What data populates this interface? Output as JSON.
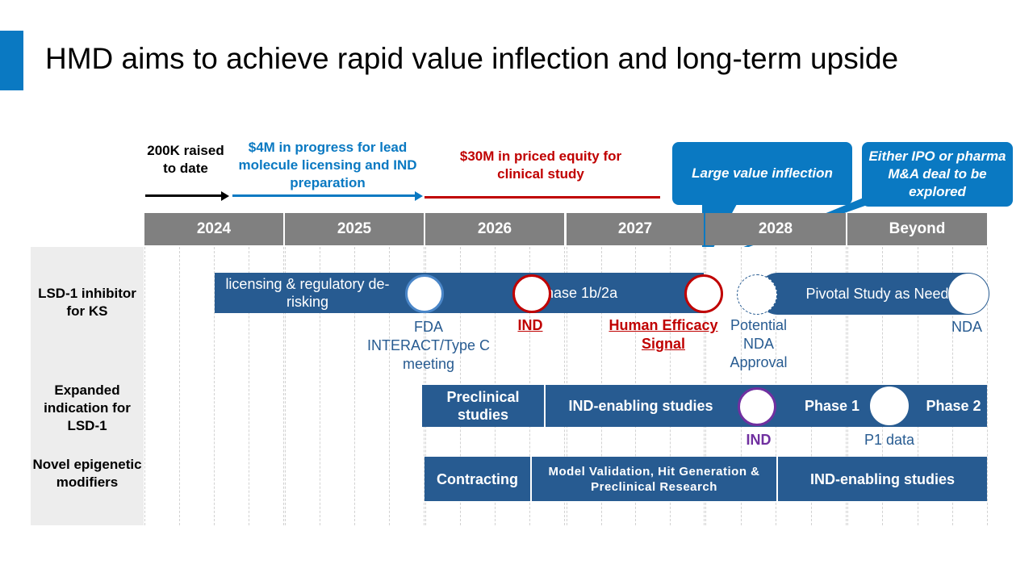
{
  "title": "HMD aims to achieve rapid value inflection and long-term upside",
  "colors": {
    "accent": "#0a79c2",
    "bar": "#275b91",
    "year_header": "#808080",
    "red": "#c00000",
    "purple": "#7030a0"
  },
  "funding": {
    "f1": "200K raised to date",
    "f2": "$4M in progress for lead molecule licensing and IND preparation",
    "f3": "$30M in priced equity for clinical study"
  },
  "callouts": {
    "value": "Large value inflection",
    "exit": "Either IPO or pharma M&A deal to be explored"
  },
  "years": [
    "2024",
    "2025",
    "2026",
    "2027",
    "2028",
    "Beyond"
  ],
  "rows": {
    "r1": "LSD-1 inhibitor for KS",
    "r2": "Expanded indication for LSD-1",
    "r3": "Novel epigenetic modifiers"
  },
  "row1": {
    "licensing": "licensing & regulatory de-risking",
    "phase": "Phase 1b/2a",
    "pivotal": "Pivotal Study as Needed",
    "fda": "FDA INTERACT/Type C meeting",
    "ind": "IND",
    "human": "Human Efficacy Signal",
    "potential": "Potential NDA Approval",
    "nda": "NDA"
  },
  "row2": {
    "preclinical": "Preclinical studies",
    "ind_enabling": "IND-enabling studies",
    "phase1": "Phase 1",
    "phase2": "Phase 2",
    "ind": "IND",
    "p1": "P1 data"
  },
  "row3": {
    "contracting": "Contracting",
    "model": "Model Validation, Hit Generation & Preclinical Research",
    "ind_enabling": "IND-enabling studies"
  }
}
